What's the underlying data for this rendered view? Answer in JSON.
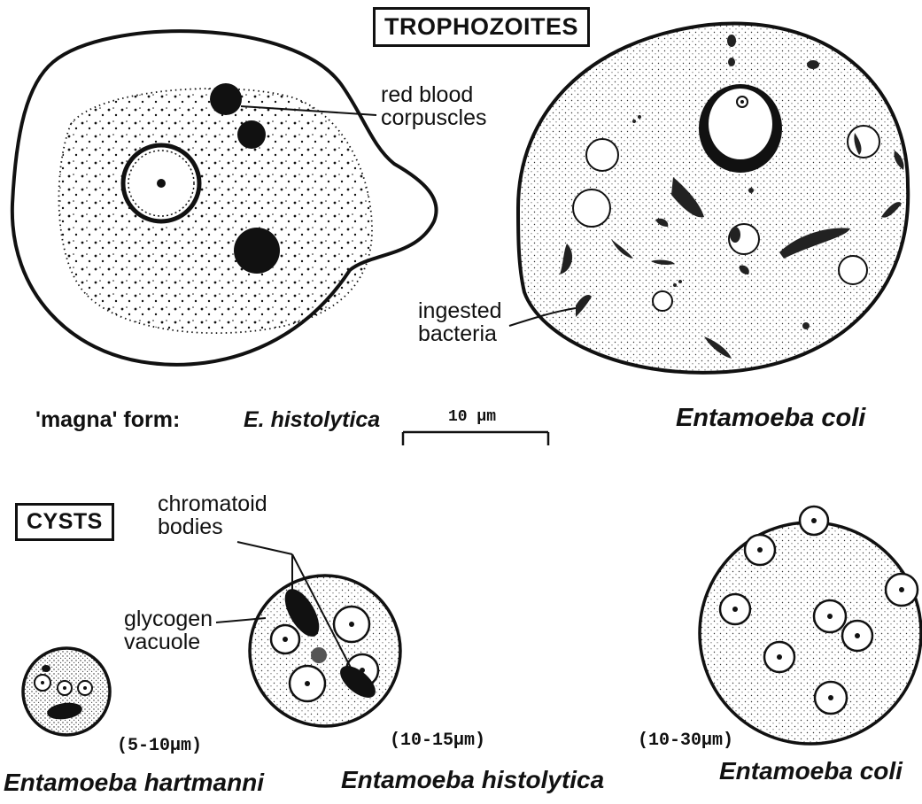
{
  "titles": {
    "trophozoites": "TROPHOZOITES",
    "cysts": "CYSTS"
  },
  "trophozoites": {
    "histolytica_callout": "red blood\ncorpuscles",
    "histolytica_form_prefix": "'magna' form:",
    "histolytica_species": "E. histolytica",
    "coli_callout": "ingested\nbacteria",
    "coli_species": "Entamoeba coli"
  },
  "scale_bar": {
    "label": "10 µm"
  },
  "cysts": {
    "chromatoid_callout": "chromatoid\nbodies",
    "glycogen_callout": "glycogen\nvacuole",
    "hartmanni": {
      "size": "(5-10µm)",
      "species": "Entamoeba hartmanni"
    },
    "histolytica": {
      "size": "(10-15µm)",
      "species": "Entamoeba histolytica"
    },
    "coli": {
      "size": "(10-30µm)",
      "species": "Entamoeba coli"
    }
  }
}
